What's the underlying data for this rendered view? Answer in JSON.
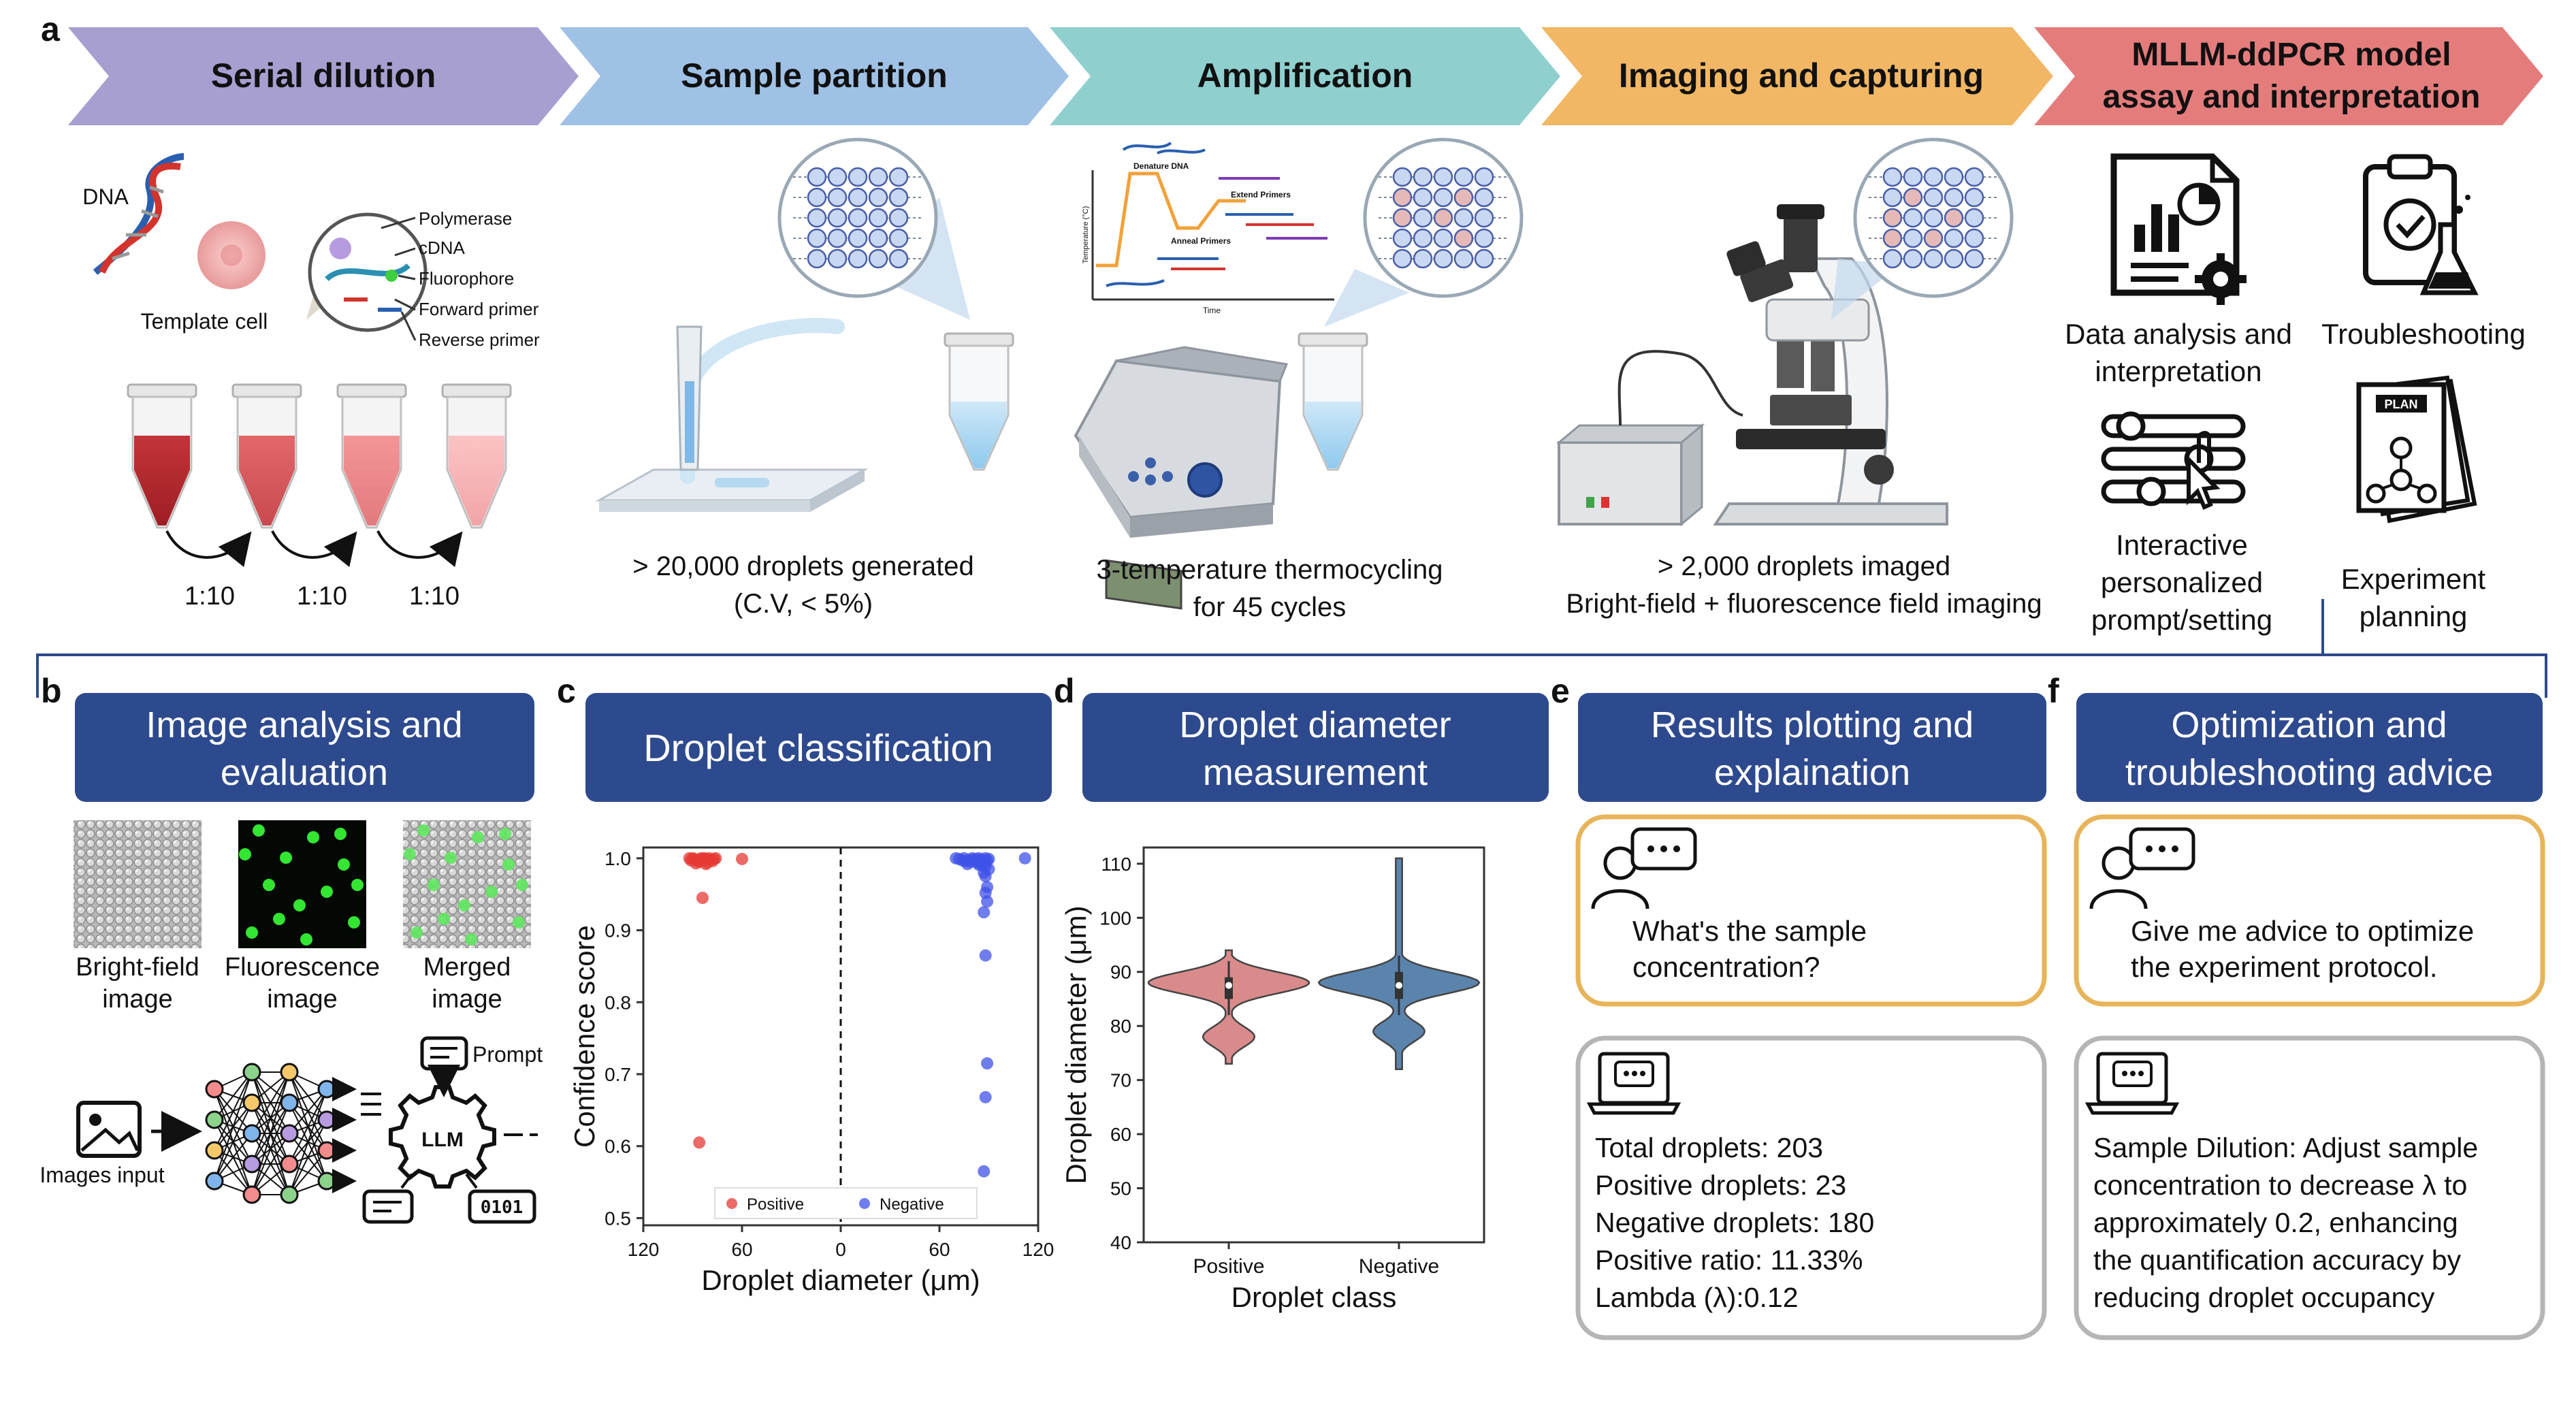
{
  "panel_letters": {
    "a": "a",
    "b": "b",
    "c": "c",
    "d": "d",
    "e": "e",
    "f": "f"
  },
  "steps": [
    {
      "label": "Serial dilution",
      "color": "#a79fd0"
    },
    {
      "label": "Sample partition",
      "color": "#9fc1e5"
    },
    {
      "label": "Amplification",
      "color": "#8fd0cf"
    },
    {
      "label": "Imaging and capturing",
      "color": "#f2b764"
    },
    {
      "label_line1": "MLLM-ddPCR model",
      "label_line2": "assay and interpretation",
      "color": "#e57c7c"
    }
  ],
  "dilution": {
    "dna": "DNA",
    "template_cell": "Template cell",
    "legend": [
      "Polymerase",
      "cDNA",
      "Fluorophore",
      "Forward primer",
      "Reverse primer"
    ],
    "ratios": [
      "1:10",
      "1:10",
      "1:10"
    ]
  },
  "partition": {
    "caption_line1": "> 20,000 droplets generated",
    "caption_line2": "(C.V, < 5%)"
  },
  "amplification": {
    "curve_labels": [
      "Denature DNA",
      "Extend Primers",
      "Anneal Primers"
    ],
    "axis_y": "Temperature (°C)",
    "axis_x": "Time",
    "caption_line1": "3-temperature thermocycling",
    "caption_line2": "for 45 cycles"
  },
  "imaging": {
    "caption_line1": "> 2,000 droplets imaged",
    "caption_line2": "Bright-field + fluorescence field imaging"
  },
  "mllm": {
    "data_analysis_line1": "Data analysis and",
    "data_analysis_line2": "interpretation",
    "troubleshooting": "Troubleshooting",
    "interactive_line1": "Interactive",
    "interactive_line2": "personalized",
    "interactive_line3": "prompt/setting",
    "experiment_line1": "Experiment",
    "experiment_line2": "planning",
    "plan_label": "PLAN"
  },
  "panel_b": {
    "header_line1": "Image analysis and",
    "header_line2": "evaluation",
    "img1_line1": "Bright-field",
    "img1_line2": "image",
    "img2_line1": "Fluorescence",
    "img2_line2": "image",
    "img3_line1": "Merged",
    "img3_line2": "image",
    "images_input": "Images input",
    "prompt": "Prompt",
    "llm": "LLM",
    "binary": "0101"
  },
  "panel_c": {
    "header": "Droplet classification"
  },
  "panel_d": {
    "header_line1": "Droplet diameter",
    "header_line2": "measurement"
  },
  "panel_e": {
    "header_line1": "Results plotting and",
    "header_line2": "explaination",
    "question_line1": "What's the sample",
    "question_line2": "concentration?",
    "answer": [
      "Total droplets: 203",
      "Positive droplets: 23",
      "Negative droplets: 180",
      "Positive ratio: 11.33%",
      "Lambda (λ):0.12"
    ]
  },
  "panel_f": {
    "header_line1": "Optimization and",
    "header_line2": "troubleshooting advice",
    "question_line1": "Give me advice to optimize",
    "question_line2": "the experiment protocol.",
    "answer": [
      "Sample Dilution: Adjust sample",
      "concentration to decrease λ to",
      "approximately 0.2, enhancing",
      "the quantification accuracy by",
      "reducing droplet occupancy"
    ]
  },
  "colors": {
    "header_blue": "#2e4a8e",
    "bubble_orange": "#e8b45a",
    "bubble_gray": "#b5b5b5",
    "positive": "#e53935",
    "negative": "#3f51e8",
    "violin_positive": "#d98b8b",
    "violin_negative": "#5b84ad"
  },
  "chart_data": [
    {
      "type": "scatter",
      "xlabel": "Droplet diameter (μm)",
      "ylabel": "Confidence score",
      "xticks": [
        "120",
        "60",
        "0",
        "60",
        "120"
      ],
      "yticks": [
        "0.5",
        "0.6",
        "0.7",
        "0.8",
        "0.9",
        "1.0"
      ],
      "ylim": [
        0.49,
        1.015
      ],
      "xlim": [
        -120,
        120
      ],
      "legend_placement": "bottom-center",
      "series": [
        {
          "name": "Positive",
          "points": [
            [
              -90,
              1.0
            ],
            [
              -88,
              0.998
            ],
            [
              -85,
              1.0
            ],
            [
              -82,
              0.999
            ],
            [
              -87,
              0.996
            ],
            [
              -84,
              0.997
            ],
            [
              -80,
              1.0
            ],
            [
              -76,
              1.0
            ],
            [
              -89,
              0.999
            ],
            [
              -86,
              0.995
            ],
            [
              -83,
              1.0
            ],
            [
              -79,
              0.998
            ],
            [
              -81,
              0.994
            ],
            [
              -77,
              0.999
            ],
            [
              -92,
              1.0
            ],
            [
              -91,
              0.997
            ],
            [
              -88,
              0.993
            ],
            [
              -85,
              0.998
            ],
            [
              -78,
              0.996
            ],
            [
              -82,
              0.992
            ],
            [
              -84,
              0.945
            ],
            [
              -86,
              0.605
            ],
            [
              -60,
              0.999
            ]
          ]
        },
        {
          "name": "Negative",
          "points": [
            [
              70,
              1.0
            ],
            [
              72,
              0.999
            ],
            [
              75,
              1.0
            ],
            [
              78,
              0.998
            ],
            [
              80,
              1.0
            ],
            [
              82,
              0.999
            ],
            [
              84,
              1.0
            ],
            [
              86,
              0.998
            ],
            [
              88,
              1.0
            ],
            [
              90,
              0.999
            ],
            [
              74,
              0.997
            ],
            [
              76,
              0.996
            ],
            [
              79,
              0.995
            ],
            [
              81,
              0.997
            ],
            [
              83,
              0.994
            ],
            [
              85,
              0.996
            ],
            [
              87,
              0.993
            ],
            [
              89,
              0.997
            ],
            [
              77,
              0.992
            ],
            [
              84,
              0.991
            ],
            [
              86,
              0.99
            ],
            [
              88,
              0.989
            ],
            [
              90,
              0.985
            ],
            [
              87,
              0.98
            ],
            [
              88,
              0.975
            ],
            [
              89,
              0.96
            ],
            [
              88,
              0.952
            ],
            [
              89,
              0.94
            ],
            [
              87,
              0.925
            ],
            [
              88,
              0.865
            ],
            [
              89,
              0.715
            ],
            [
              88,
              0.668
            ],
            [
              87,
              0.565
            ],
            [
              112,
              1.0
            ]
          ]
        }
      ]
    },
    {
      "type": "violin",
      "xlabel": "Droplet class",
      "ylabel": "Droplet diameter (μm)",
      "categories": [
        "Positive",
        "Negative"
      ],
      "yticks": [
        "40",
        "50",
        "60",
        "70",
        "80",
        "90",
        "100",
        "110"
      ],
      "ylim": [
        40,
        113
      ],
      "series": [
        {
          "name": "Positive",
          "min": 73,
          "max": 94,
          "median": 87.5,
          "q1": 85,
          "q3": 89,
          "mode": 88,
          "secondary_mode": 78
        },
        {
          "name": "Negative",
          "min": 72,
          "max": 111,
          "median": 87.5,
          "q1": 85,
          "q3": 90,
          "mode": 88,
          "secondary_mode": 79
        }
      ]
    }
  ]
}
